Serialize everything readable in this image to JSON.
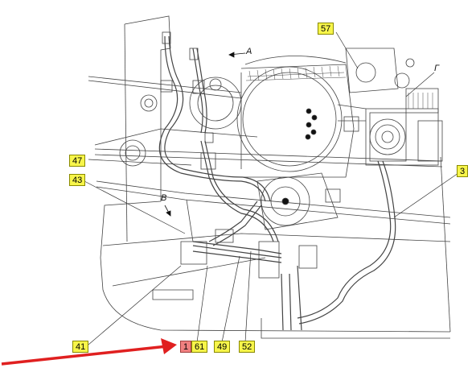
{
  "callouts": {
    "c57": "57",
    "c_g": "Г",
    "c47": "47",
    "c43": "43",
    "c3": "3",
    "c41": "41",
    "c1": "1",
    "c61": "61",
    "c49": "49",
    "c52": "52"
  },
  "views": {
    "a": "A",
    "b": "B"
  },
  "colors": {
    "callout_fill": "#f7f54a",
    "callout_highlight": "#f08080",
    "pointer_arrow": "#e02020",
    "line": "#333333"
  }
}
